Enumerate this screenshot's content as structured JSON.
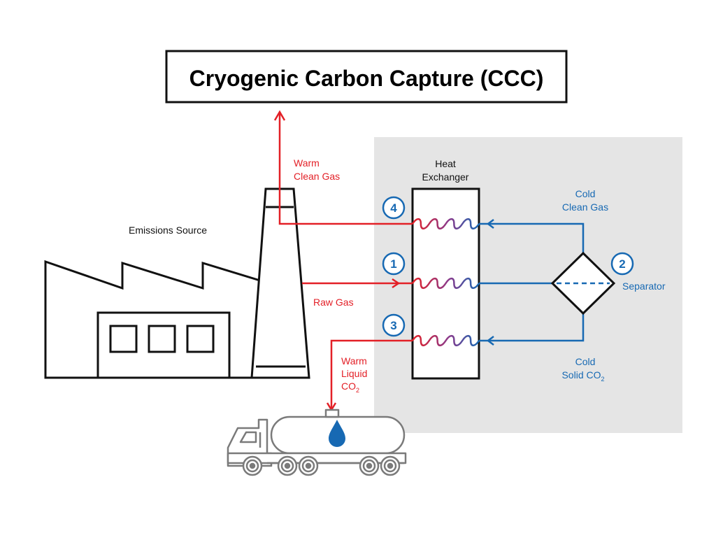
{
  "title": "Cryogenic Carbon Capture (CCC)",
  "labels": {
    "emissions_source": "Emissions Source",
    "heat_exchanger_line1": "Heat",
    "heat_exchanger_line2": "Exchanger",
    "warm_clean_gas_line1": "Warm",
    "warm_clean_gas_line2": "Clean Gas",
    "raw_gas": "Raw Gas",
    "warm_liquid_line1": "Warm",
    "warm_liquid_line2": "Liquid",
    "warm_liquid_co2": "CO",
    "co2_subscript": "2",
    "cold_clean_gas_line1": "Cold",
    "cold_clean_gas_line2": "Clean Gas",
    "cold_solid_line1": "Cold",
    "cold_solid_co2": "Solid CO",
    "separator": "Separator"
  },
  "steps": {
    "one": "1",
    "two": "2",
    "three": "3",
    "four": "4"
  },
  "colors": {
    "warm": "#e32027",
    "cold": "#1769b3",
    "panel": "#e5e5e5",
    "outline": "#111111",
    "truck": "#7a7a7a"
  },
  "icons": {
    "droplet": "droplet-icon",
    "tanker": "tanker-truck-icon",
    "factory": "factory-icon"
  }
}
